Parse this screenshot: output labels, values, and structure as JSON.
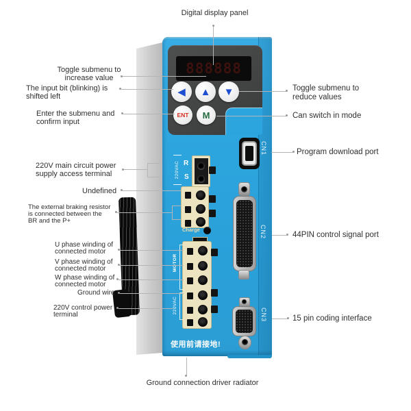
{
  "annotations": {
    "top": {
      "text": "Digital display panel"
    },
    "bottom": {
      "text": "Ground connection driver radiator"
    },
    "left": [
      {
        "text": "Toggle submenu to\nincrease value"
      },
      {
        "text": "The input bit (blinking) is\nshifted left"
      },
      {
        "text": "Enter the submenu and\nconfirm input"
      },
      {
        "text": "220V main circuit power\nsupply access terminal"
      },
      {
        "text": "Undefined"
      },
      {
        "text": "The external braking resistor\nis connected between the\nBR and the P+"
      },
      {
        "text": "U phase winding of\nconnected motor"
      },
      {
        "text": "V phase winding of\nconnected motor"
      },
      {
        "text": "W phase winding of\nconnected motor"
      },
      {
        "text": "Ground wire"
      },
      {
        "text": "220V control power\nterminal"
      }
    ],
    "right": [
      {
        "text": "Toggle submenu to\nreduce values"
      },
      {
        "text": "Can switch in mode"
      },
      {
        "text": "Program download port"
      },
      {
        "text": "44PIN control signal port"
      },
      {
        "text": "15 pin coding interface"
      }
    ]
  },
  "device": {
    "display": {
      "digits": "888888"
    },
    "keypad": {
      "left_glyph": "◀",
      "up_glyph": "▲",
      "down_glyph": "▼",
      "enter_label": "ENT",
      "mode_label": "M"
    },
    "terminals": {
      "main_power_group": "220VAC",
      "r": "R",
      "s": "S",
      "charge": "Charge",
      "motor_group": "MOTOR",
      "control_power_group": "220VAC"
    },
    "connectors": {
      "cn1": "CN1",
      "cn2": "CN2",
      "cn3": "CN3"
    },
    "warning": "使用前请接地!"
  },
  "colors": {
    "body_blue": "#2ba3dd",
    "panel_dark": "#3f4141",
    "keypad_arrow_blue": "#1e4fd0",
    "enter_red": "#d42a1e",
    "mode_green": "#256b44",
    "terminal_cream": "#ece3c0",
    "annotation_line": "#b5b5b5"
  }
}
